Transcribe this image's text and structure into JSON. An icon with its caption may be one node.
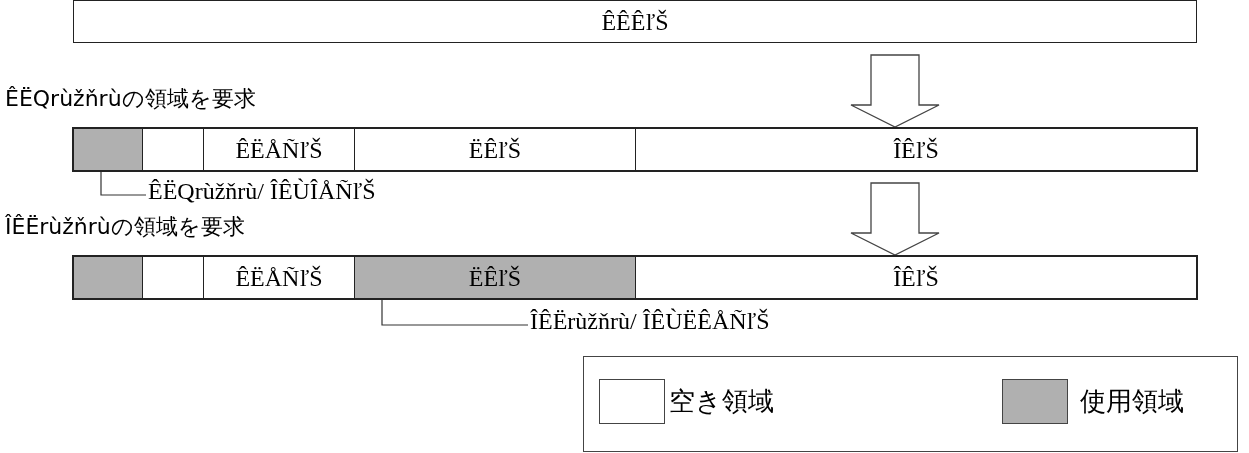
{
  "diagram": {
    "nodes": [
      {
        "text": [
          "ÊÊÊľŠ"
        ]
      },
      {
        "text": [],
        "shape": "bar"
      },
      {
        "text": [],
        "shape": "box",
        "in": 1
      },
      {
        "text": [],
        "shape": "box",
        "in": 1
      },
      {
        "text": [
          "ÊËÅÑľŠ"
        ],
        "in": 1
      },
      {
        "text": [
          "ËÊľŠ"
        ],
        "in": 1
      },
      {
        "text": [
          "ÎÊľŠ"
        ],
        "in": 1
      },
      {
        "text": [
          "ÊËQrùžňrù/ ÎÊÙÎÅÑľŠ"
        ]
      },
      {
        "text": [],
        "shape": "bar"
      },
      {
        "text": [],
        "shape": "box",
        "in": 8
      },
      {
        "text": [],
        "shape": "box",
        "in": 8
      },
      {
        "text": [
          "ÊËÅÑľŠ"
        ],
        "in": 8
      },
      {
        "text": [
          "ËÊľŠ"
        ],
        "in": 8
      },
      {
        "text": [
          "ÎÊľŠ"
        ],
        "in": 8
      },
      {
        "text": [
          "ÎÊËrùžňrù/ ÎÊÙËÊÅÑľŠ"
        ]
      }
    ],
    "edges": [
      {
        "from": 0,
        "to": 1,
        "arrow": "to"
      },
      {
        "from": 1,
        "to": 8,
        "arrow": "to"
      },
      {
        "from": 7,
        "to": 2,
        "arrow": "none"
      },
      {
        "from": 14,
        "to": 12,
        "arrow": "none"
      }
    ],
    "labels": [
      "ÊËQrùžňrùの領域を要求",
      "ÎÊËrùžňrùの領域を要求"
    ],
    "legend": [
      {
        "text": "空き領域",
        "color": "#ffffff"
      },
      {
        "text": "使用領域",
        "color": "#b0b0b0"
      }
    ]
  }
}
